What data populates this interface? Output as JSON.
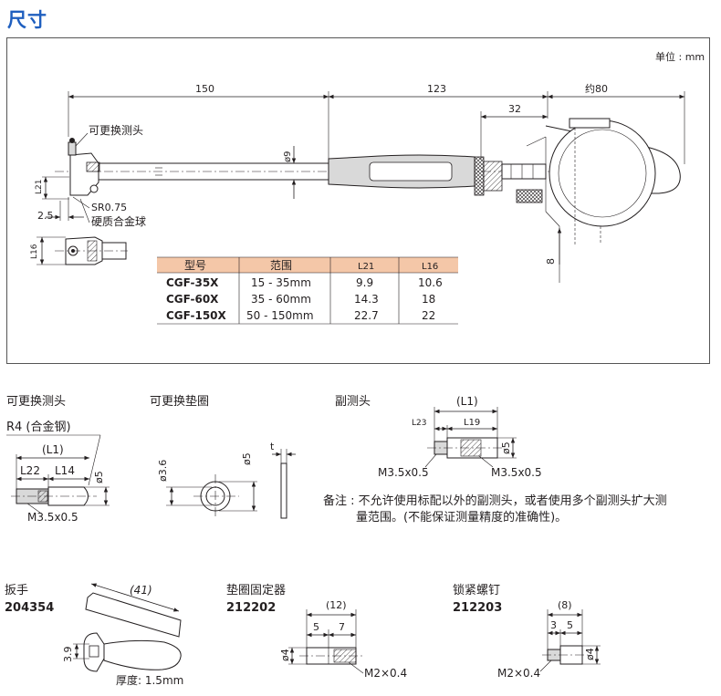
{
  "page": {
    "title": "尺寸"
  },
  "main": {
    "unit_label": "单位 : mm",
    "dims": {
      "d150": "150",
      "d123": "123",
      "d80": "约80",
      "d32": "32",
      "phi9": "ø9",
      "d8": "8",
      "d25": "2.5",
      "sr": "SR0.75",
      "l21": "L21",
      "l16": "L16"
    },
    "labels": {
      "replaceable_tip": "可更换测头",
      "carbide_ball": "硬质合金球"
    },
    "table": {
      "headers": [
        "型号",
        "范围",
        "L21",
        "L16"
      ],
      "rows": [
        [
          "CGF-35X",
          "15 - 35mm",
          "9.9",
          "10.6"
        ],
        [
          "CGF-60X",
          "35 - 60mm",
          "14.3",
          "18"
        ],
        [
          "CGF-150X",
          "50 - 150mm",
          "22.7",
          "22"
        ]
      ],
      "header_color": "#f4c7a8"
    }
  },
  "tip": {
    "title": "可更换测头",
    "r4": "R4 (合金钢)",
    "l1": "(L1)",
    "l22": "L22",
    "l14": "L14",
    "phi5": "ø5",
    "thread": "M3.5x0.5"
  },
  "washer": {
    "title": "可更换垫圈",
    "phi36": "ø3.6",
    "phi5": "ø5",
    "t": "t"
  },
  "aux": {
    "title": "副测头",
    "l1": "(L1)",
    "l23": "L23",
    "l19": "L19",
    "phi5": "ø5",
    "thread_left": "M3.5x0.5",
    "thread_right": "M3.5x0.5",
    "note_line1": "备注 : 不允许使用标配以外的副测头，或者使用多个副测头扩大测",
    "note_line2": "量范围。(不能保证测量精度的准确性)。"
  },
  "wrench": {
    "title": "扳手",
    "code": "204354",
    "len": "(41)",
    "d39": "3.9",
    "thickness": "厚度: 1.5mm"
  },
  "washer_fixer": {
    "title": "垫圈固定器",
    "code": "212202",
    "d12": "(12)",
    "d5": "5",
    "d7": "7",
    "phi4": "ø4",
    "thread": "M2×0.4"
  },
  "screw": {
    "title": "锁紧螺钉",
    "code": "212203",
    "d8": "(8)",
    "d3": "3",
    "d5": "5",
    "phi4": "ø4",
    "thread": "M2×0.4"
  }
}
